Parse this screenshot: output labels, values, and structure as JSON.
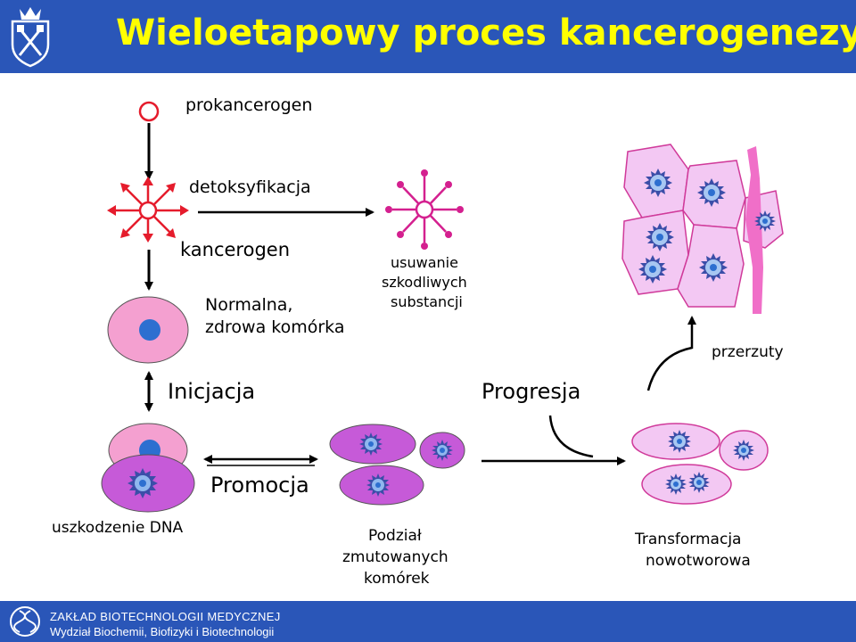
{
  "header": {
    "title": "Wieloetapowy proces kancerogenezy",
    "logo_icon": "university-crest-icon"
  },
  "labels": {
    "prokancerogen": "prokancerogen",
    "detoksyfikacja": "detoksyfikacja",
    "kancerogen": "kancerogen",
    "normal_cell_1": "Normalna,",
    "normal_cell_2": "zdrowa komórka",
    "removal_1": "usuwanie",
    "removal_2": "szkodliwych",
    "removal_3": "substancji",
    "inicjacja": "Inicjacja",
    "progresja": "Progresja",
    "przerzuty": "przerzuty",
    "promocja": "Promocja",
    "dna_damage": "uszkodzenie DNA",
    "division_1": "Podział",
    "division_2": "zmutowanych",
    "division_3": "komórek",
    "transformation_1": "Transformacja",
    "transformation_2": "nowotworowa"
  },
  "footer": {
    "line1": "ZAKŁAD BIOTECHNOLOGII MEDYCZNEJ",
    "line2": "Wydział Biochemii, Biofizyki i Biotechnologii",
    "logo_icon": "dna-helix-icon"
  },
  "colors": {
    "header_bg": "#2a56b8",
    "title": "#ffff00",
    "cell_pink": "#f4a0d0",
    "cell_violet": "#c65ad8",
    "nucleus_blue": "#2d6fd0",
    "carcinogen_red": "#e51c2c",
    "tumor_cell_light": "#f3c8f3",
    "metastasis_vessel": "#f06fc8"
  }
}
